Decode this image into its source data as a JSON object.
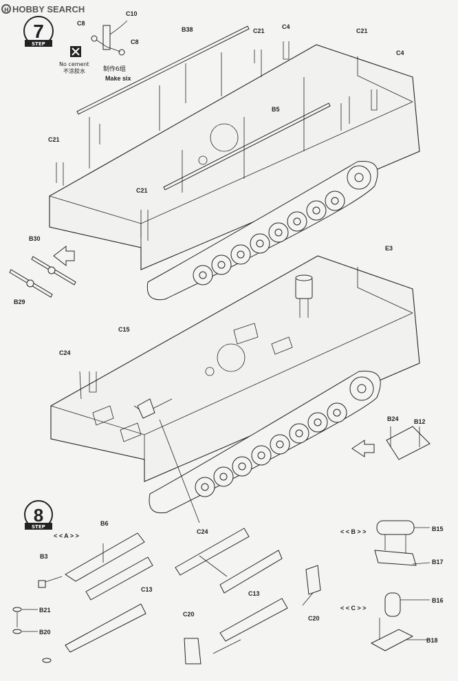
{
  "header": {
    "brand": "HOBBY SEARCH"
  },
  "steps": {
    "step7": {
      "number": "7",
      "word": "STEP"
    },
    "step8": {
      "number": "8",
      "word": "STEP"
    }
  },
  "notes": {
    "no_cement_en": "No cement",
    "no_cement_cn": "不涂胶水",
    "make_six_cn": "制作6组",
    "make_six_en": "Make six"
  },
  "parts": {
    "c10": "C10",
    "c8a": "C8",
    "c8b": "C8",
    "b38": "B38",
    "c21a": "C21",
    "c4a": "C4",
    "c21b": "C21",
    "c4b": "C4",
    "c21c": "C21",
    "b5": "B5",
    "c21d": "C21",
    "b30": "B30",
    "b29": "B29",
    "e3": "E3",
    "c15": "C15",
    "c24a": "C24",
    "b24": "B24",
    "b12": "B12",
    "c24b": "C24",
    "b6": "B6",
    "grp_a": "< < A > >",
    "b3": "B3",
    "c13a": "C13",
    "c13b": "C13",
    "grp_b": "< < B > >",
    "b15": "B15",
    "b17": "B17",
    "b21": "B21",
    "b20": "B20",
    "c20a": "C20",
    "c20b": "C20",
    "grp_c": "< < C > >",
    "b16": "B16",
    "b18": "B18"
  },
  "colors": {
    "ink": "#222222",
    "paper": "#f4f4f2",
    "brand": "#555555"
  }
}
